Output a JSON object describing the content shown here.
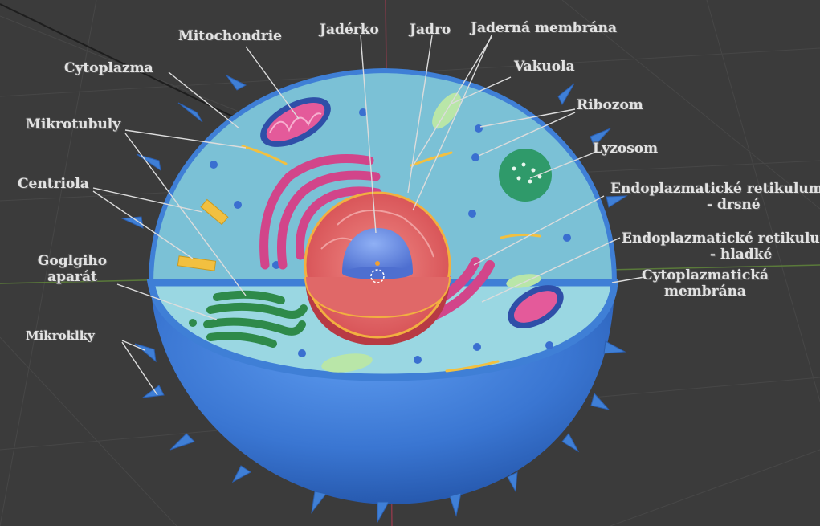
{
  "colors": {
    "background": "#3b3b3b",
    "membrane": "#3f7fd6",
    "cytoplasm": "#8fd0dc",
    "nucleus": "#d9504f",
    "nucleolus": "#6f8fe0",
    "golgi": "#2e8a4a",
    "er": "#d2458a",
    "mitochondria": "#3a5fbf",
    "lysosome": "#2f9a6a",
    "label": "#e2e2e2",
    "leader": "#dcdcdc"
  },
  "labels": {
    "mitochondrie": "Mitochondrie",
    "jaderko": "Jadérko",
    "jadro": "Jadro",
    "jaderna_membrana": "Jaderná membrána",
    "cytoplazma": "Cytoplazma",
    "vakuola": "Vakuola",
    "ribozom": "Ribozom",
    "mikrotubuly": "Mikrotubuly",
    "lyzosom": "Lyzosom",
    "centriola": "Centriola",
    "er_drsne_1": "Endoplazmatické retikulum",
    "er_drsne_2": "- drsné",
    "er_hladke_1": "Endoplazmatické retikulum",
    "er_hladke_2": "- hladké",
    "golgi_1": "Goglgiho",
    "golgi_2": "aparát",
    "cyto_membrana_1": "Cytoplazmatická",
    "cyto_membrana_2": "membrána",
    "mikroklky": "Mikroklky"
  }
}
